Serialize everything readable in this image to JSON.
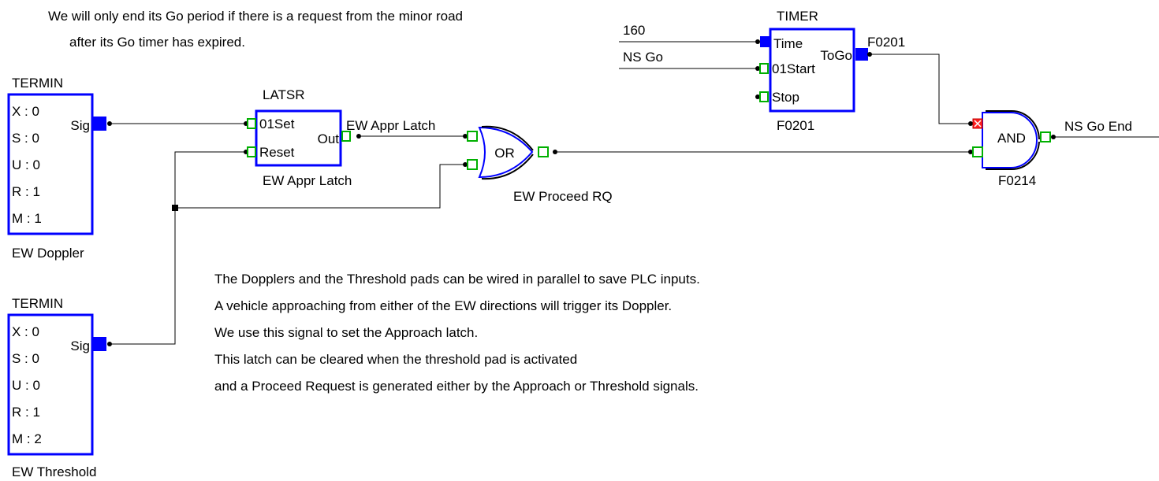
{
  "header_note": {
    "line1": "We will only end its Go period if there is a request from the minor road",
    "line2": "after its Go timer has expired."
  },
  "blocks": {
    "termin_doppler": {
      "type": "TERMIN",
      "params": [
        "X : 0",
        "S : 0",
        "U : 0",
        "R : 1",
        "M : 1"
      ],
      "output": "Sig",
      "name": "EW Doppler"
    },
    "termin_threshold": {
      "type": "TERMIN",
      "params": [
        "X : 0",
        "S : 0",
        "U : 0",
        "R : 1",
        "M : 2"
      ],
      "output": "Sig",
      "name": "EW Threshold"
    },
    "latsr": {
      "type": "LATSR",
      "set_pin": "01Set",
      "reset_pin": "Reset",
      "output_pin": "Out",
      "name": "EW Appr Latch"
    },
    "or_gate": {
      "type": "OR",
      "name": "EW Proceed RQ"
    },
    "timer": {
      "type": "TIMER",
      "time_pin": "Time",
      "start_pin": "01Start",
      "stop_pin": "Stop",
      "output_pin": "ToGo",
      "name": "F0201"
    },
    "and_gate": {
      "type": "AND",
      "name": "F0214"
    }
  },
  "signals": {
    "timer_time_input": "160",
    "timer_start_input": "NS Go",
    "timer_output_net": "F0201",
    "latch_output_net": "EW Appr Latch",
    "and_output_net": "NS Go End"
  },
  "description": [
    "The Dopplers and the Threshold pads can be wired in parallel to save PLC inputs.",
    "A vehicle approaching from either of the EW directions will trigger its Doppler.",
    "We use this signal to set the Approach latch.",
    "This latch can be cleared when the threshold pad is activated",
    "and a Proceed Request is generated either by the Approach or Threshold signals."
  ],
  "colors": {
    "block_border": "#0000ff",
    "pin_output": "#0000ff",
    "pin_input": "#00b000",
    "pin_inverted": "#ff0000",
    "wire": "#000000"
  }
}
